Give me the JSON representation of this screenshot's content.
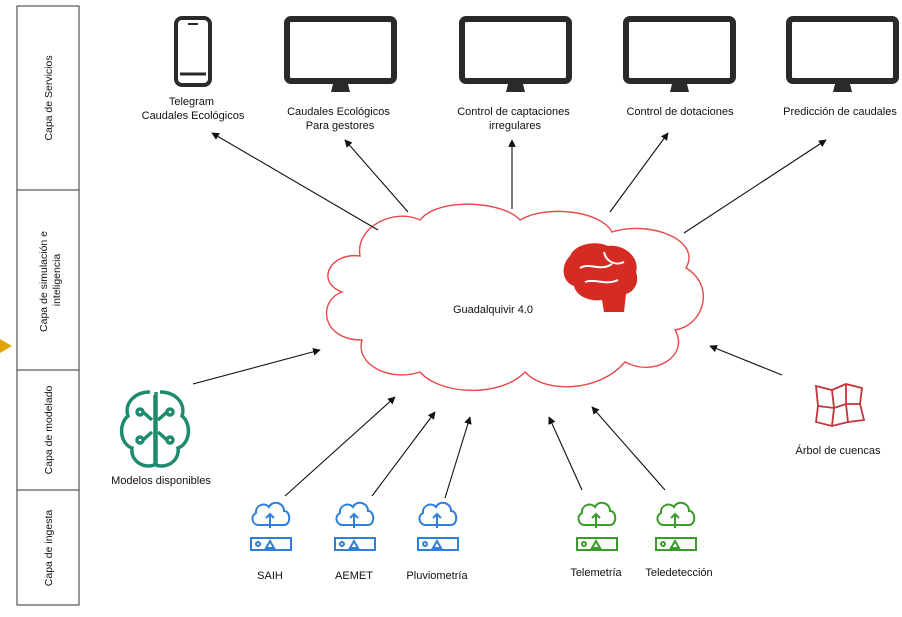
{
  "layers": [
    {
      "label": "Capa de Servicios"
    },
    {
      "label_lines": [
        "Capa de simulación e",
        "inteligencia"
      ]
    },
    {
      "label": "Capa de modelado"
    },
    {
      "label": "Capa de ingesta"
    }
  ],
  "center": {
    "label": "Guadalquivir 4.0"
  },
  "services": [
    {
      "icon": "phone-icon",
      "lines": [
        "Telegram",
        "Caudales Ecológicos"
      ]
    },
    {
      "icon": "monitor-icon",
      "lines": [
        "Caudales Ecológicos",
        "Para gestores"
      ]
    },
    {
      "icon": "monitor-icon",
      "lines": [
        "Control de captaciones",
        "irregulares"
      ]
    },
    {
      "icon": "monitor-icon",
      "lines": [
        "Control de dotaciones"
      ]
    },
    {
      "icon": "monitor-icon",
      "lines": [
        "Predicción de caudales"
      ]
    }
  ],
  "models": {
    "icon": "ml-brain-icon",
    "label": "Modelos disponibles"
  },
  "basins": {
    "icon": "basin-map-icon",
    "label": "Árbol de cuencas"
  },
  "sources": [
    {
      "label": "SAIH",
      "color": "#2f7fd8"
    },
    {
      "label": "AEMET",
      "color": "#2f7fd8"
    },
    {
      "label": "Pluviometría",
      "color": "#2f7fd8"
    },
    {
      "label": "Telemetría",
      "color": "#3a9a2a"
    },
    {
      "label": "Teledetección",
      "color": "#3a9a2a"
    }
  ],
  "colors": {
    "cloud": "#e8494b",
    "brain": "#d42b23",
    "models_icon": "#1e8a6e",
    "basins_icon": "#c0363a",
    "pointer": "#e2a400"
  }
}
